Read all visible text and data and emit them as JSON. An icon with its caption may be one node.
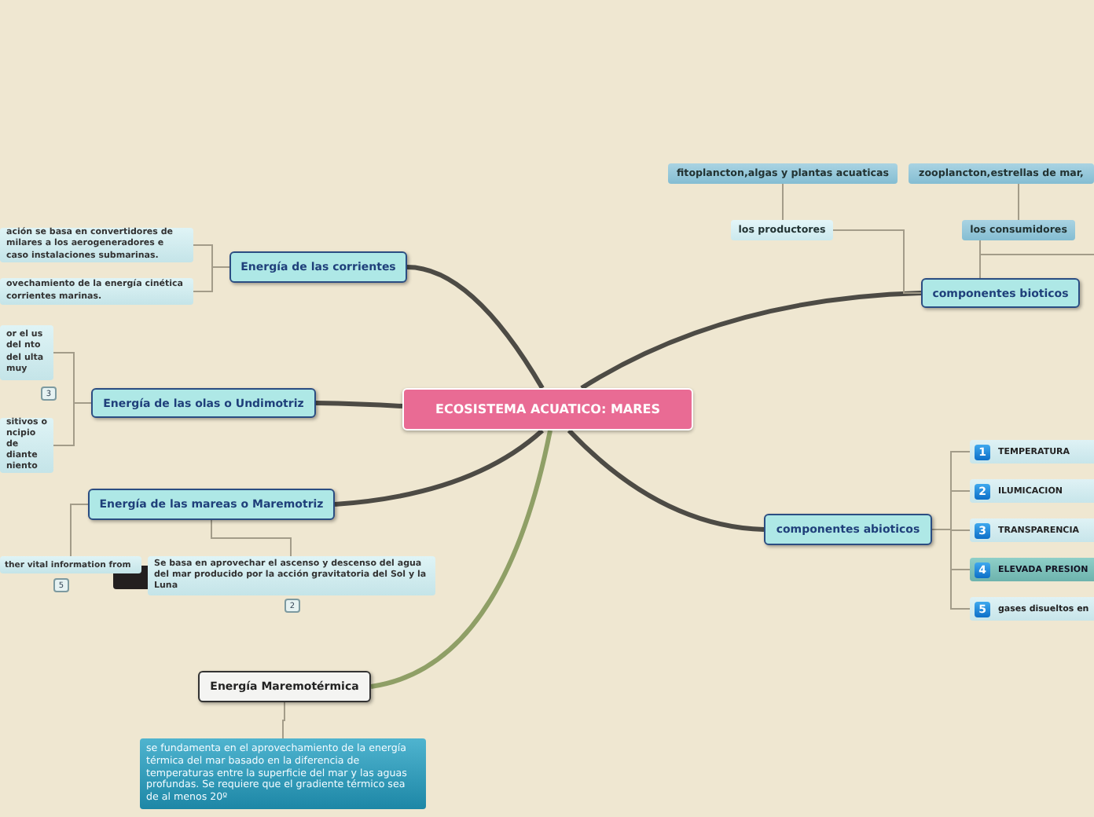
{
  "diagram": {
    "nodes": [
      {
        "text": [
          "ECOSISTEMA ACUATICO: MARES"
        ]
      },
      {
        "text": [
          "Energía de las corrientes"
        ]
      },
      {
        "text": [
          "ación se basa en convertidores de milares a los aerogeneradores e caso instalaciones submarinas."
        ]
      },
      {
        "text": [
          "ovechamiento de la energía cinética corrientes marinas."
        ]
      },
      {
        "text": [
          "Energía de las olas o Undimotriz"
        ]
      },
      {
        "text": [
          "or el us del nto del ulta muy"
        ]
      },
      {
        "text": [
          "sitivos o ncipio de diante niento"
        ]
      },
      {
        "text": [
          "Energía de las mareas o Maremotriz"
        ]
      },
      {
        "text": [
          "ther vital information from"
        ]
      },
      {
        "text": [
          "Se basa en aprovechar el ascenso y descenso del agua del mar producido por la acción gravitatoria del Sol y la Luna"
        ]
      },
      {
        "text": [
          "Energía Maremotérmica"
        ]
      },
      {
        "text": [
          "se fundamenta en el aprovechamiento de la energía térmica del mar basado en la diferencia de temperaturas entre la superficie del mar y las aguas profundas. Se requiere que el gradiente térmico sea de al menos 20º"
        ]
      },
      {
        "text": [
          "componentes bioticos"
        ]
      },
      {
        "text": [
          "los productores"
        ]
      },
      {
        "text": [
          "los consumidores"
        ]
      },
      {
        "text": [
          "fitoplancton,algas y plantas acuaticas"
        ]
      },
      {
        "text": [
          "zooplancton,estrellas de mar,"
        ]
      },
      {
        "text": [
          "componentes abioticos"
        ]
      },
      {
        "text": [
          "1",
          "TEMPERATURA"
        ]
      },
      {
        "text": [
          "2",
          "ILUMICACION"
        ]
      },
      {
        "text": [
          "3",
          "TRANSPARENCIA"
        ]
      },
      {
        "text": [
          "4",
          "ELEVADA PRESION"
        ]
      },
      {
        "text": [
          "5",
          "gases disueltos en"
        ]
      }
    ],
    "edges": [
      {
        "from": 0,
        "to": 1,
        "arrow": "none",
        "style": "thick"
      },
      {
        "from": 0,
        "to": 4,
        "arrow": "none",
        "style": "thick"
      },
      {
        "from": 0,
        "to": 7,
        "arrow": "none",
        "style": "thick"
      },
      {
        "from": 0,
        "to": 10,
        "arrow": "none",
        "style": "thick",
        "color": "#8f9f66"
      },
      {
        "from": 0,
        "to": 12,
        "arrow": "none",
        "style": "thick"
      },
      {
        "from": 0,
        "to": 17,
        "arrow": "none",
        "style": "thick"
      },
      {
        "from": 1,
        "to": 2,
        "arrow": "none"
      },
      {
        "from": 1,
        "to": 3,
        "arrow": "none"
      },
      {
        "from": 4,
        "to": 5,
        "arrow": "none"
      },
      {
        "from": 4,
        "to": 6,
        "arrow": "none"
      },
      {
        "from": 7,
        "to": 8,
        "arrow": "none"
      },
      {
        "from": 7,
        "to": 9,
        "arrow": "none"
      },
      {
        "from": 10,
        "to": 11,
        "arrow": "none"
      },
      {
        "from": 12,
        "to": 13,
        "arrow": "none"
      },
      {
        "from": 12,
        "to": 14,
        "arrow": "none"
      },
      {
        "from": 12,
        "to": null,
        "arrow": "none"
      },
      {
        "from": 13,
        "to": 15,
        "arrow": "none"
      },
      {
        "from": 14,
        "to": 16,
        "arrow": "none"
      },
      {
        "from": 17,
        "to": 18,
        "arrow": "none"
      },
      {
        "from": 17,
        "to": 19,
        "arrow": "none"
      },
      {
        "from": 17,
        "to": 20,
        "arrow": "none"
      },
      {
        "from": 17,
        "to": 21,
        "arrow": "none"
      },
      {
        "from": 17,
        "to": 22,
        "arrow": "none"
      }
    ],
    "labels": [
      "3",
      "5",
      "2"
    ]
  }
}
